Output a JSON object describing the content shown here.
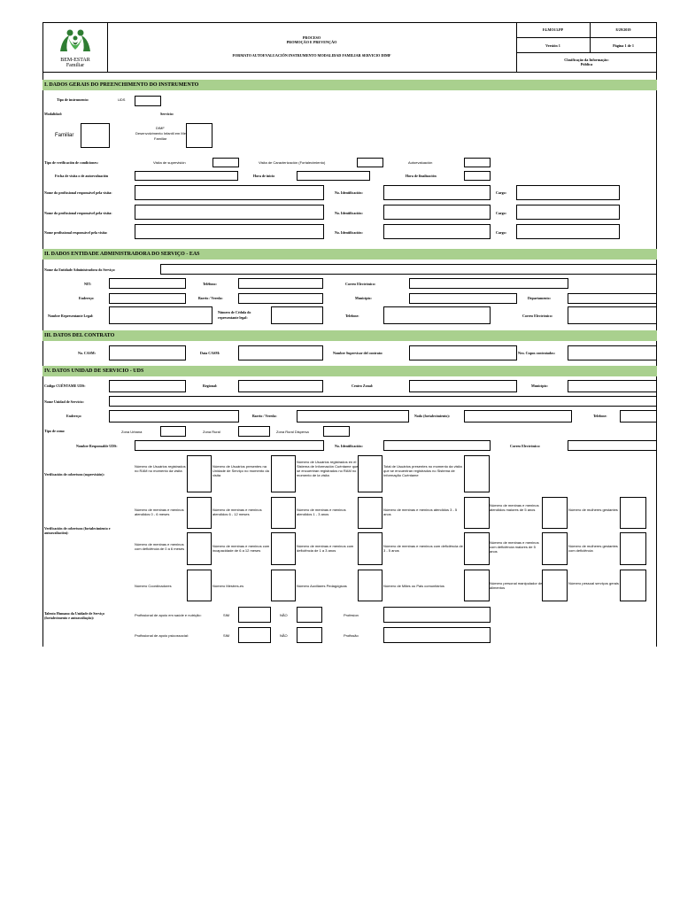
{
  "header": {
    "logo_text": "BEM-ESTAR",
    "logo_sub": "Familiar",
    "process": "PROCESO",
    "process_name": "PROMOÇÃO E PREVENÇÃO",
    "format_title": "FORMATO AUTOEVALUACIÓN INSTRUMENTO MODALIDAD FAMILIAR SERVICIO DIMF",
    "code": "F4.MO13.PP",
    "date": "8/29/2019",
    "version": "Versión 1",
    "page": "Página 1 de 1",
    "classification": "Clasificação da Informação:",
    "classification_value": "Pública"
  },
  "sections": {
    "s1": "I. DADOS GERAIS DO PREENCHIMENTO DO INSTRUMENTO",
    "s2": "II. DADOS ENTIDADE ADMINISTRADORA DO SERVIÇO - EAS",
    "s3": "III. DATOS DEL CONTRATO",
    "s4": "IV. DATOS UNIDAD DE SERVICIO - UDS"
  },
  "s1": {
    "tipo_instrumento": "Tipo de instrumento:",
    "uds": "UDS",
    "modalidad": "Modalidad:",
    "servicio": "Servicio:",
    "familiar": "Familiar",
    "dimf": "DIMF",
    "dimf_desc1": "Desenvolvimento Infantil em Meio",
    "dimf_desc2": "Familiar",
    "tipo_verificacion": "Tipo de verificación de condiciones:",
    "visita_supervision": "Visita de supervisión",
    "visita_caracterizacion": "Visita de Caracterización (Fortalecimiento)",
    "autoevaluacion": "Autoevaluación",
    "fecha_visita": "Fecha de visita o de autoevaluación",
    "hora_inicio": "Hora de inicio",
    "hora_finalizacion": "Hora de finalización",
    "prof1": "Nome do profissional responsável pela visita:",
    "prof2": "Nome do profissional responsável pela visita:",
    "prof3": "Nome profissional responsável pela visita:",
    "no_ident": "No. Identificación:",
    "cargo": "Cargo:"
  },
  "s2": {
    "nome_entidade": "Nome da Entidade Administradora do Serviço:",
    "nit": "NIT:",
    "telefono": "Telêfono:",
    "correo": "Correo Electrónico:",
    "endereco": "Endereço:",
    "barrio": "Barrio / Vereda:",
    "municipio": "Município:",
    "departamento": "Departamento:",
    "representante": "Nombre Representante Legal:",
    "cedula_1": "Número de Cédula do",
    "cedula_2": "representante legal:",
    "telefono2": "Telefone:",
    "correo2": "Correo Electrónico:"
  },
  "s3": {
    "cams": "No. CASM:",
    "data_cams": "Data CASM:",
    "supervisor": "Nombre Supervisor del contrato:",
    "cupos": "Nro. Cupos contratados:"
  },
  "s4": {
    "codigo": "Código CUÉNTAME UDS:",
    "regional": "Regional:",
    "centro_zonal": "Centro Zonal:",
    "municipio": "Município:",
    "nome_unidad": "Nome Unidad de Servicio:",
    "endereco": "Endereço:",
    "barrio": "Barrio / Vereda:",
    "nodo": "Nodo (fortalecimiento):",
    "telefono": "Telefone:",
    "tipo_zona": "Tipo de zona:",
    "zona_urbana": "Zona Urbana",
    "zona_rural": "Zona Rural",
    "zona_rural_dispersa": "Zona Rural Dispersa",
    "responsable": "Nombre Responsable UDS:",
    "no_ident": "No. Identificación:",
    "correo": "Correo Electrónico:",
    "verif_supervision": "Verificación de cobertura (supervisión):",
    "c1": "Número de Usuários registrados no RAM no momento da visita",
    "c2": "Número de Usuários presentes na Unidade de Serviço no momento da visita",
    "c3": "Número de Usuários registrados en el Sistema de Información Cuéntame que se encuentran registrados no RAM no momento de la visita",
    "c4": "Total de Usuários presentes no momento da visita que se encuentran registrados no Sistema de Informação Cuéntame",
    "verif_fortalecimiento": "Verificación de cobertura (fortalecimiento e autoavaliación):",
    "r1a": "Número de meninas e meninos atendidos 0 - 6 meses",
    "r1b": "Número de meninas e meninos atendidos 6 - 12 meses",
    "r1c": "Número de meninas e meninos atendidos 1 - 3 anos",
    "r1d": "Número de meninas e meninos atendidos 3 - 5 anos",
    "r1e": "Número de meninas e meninos atendidos maiores de 5 anos",
    "r1f": "Número de mulheres gestantes",
    "r2a": "Número de meninas e meninos com deficiência de 0 a 6 meses",
    "r2b": "Número de meninas e meninos com incapacidade de 6 a 12 meses",
    "r2c": "Número de meninas e meninos com deficiência de 1 a 3 anos",
    "r2d": "Número de meninas e meninos com deficiência de 3 - 5 anos",
    "r2e": "Número de meninas e meninos com deficiência maiores de 5 anos",
    "r2f": "Número de mulheres gestantes com deficiência",
    "r3a": "Número Coordinadores",
    "r3b": "Número Mestres-es",
    "r3c": "Número Auxiliares Pedagógicas",
    "r3d": "Número de Mães ou Pais comunitários",
    "r3e": "Número personal manipulador de alimentos",
    "r3f": "Número pessoal serviços gerais",
    "talento": "Talento Humano da Unidade de Serviço (fortalecimento e autoavaliação):",
    "prof_saude": "Profissional de apoio em saúde e nutrição:",
    "prof_psico": "Profissional de apoio psicossocial:",
    "sim": "SIM",
    "nao": "NÃO",
    "profesion": "Profesion",
    "profissao": "Profissão"
  }
}
